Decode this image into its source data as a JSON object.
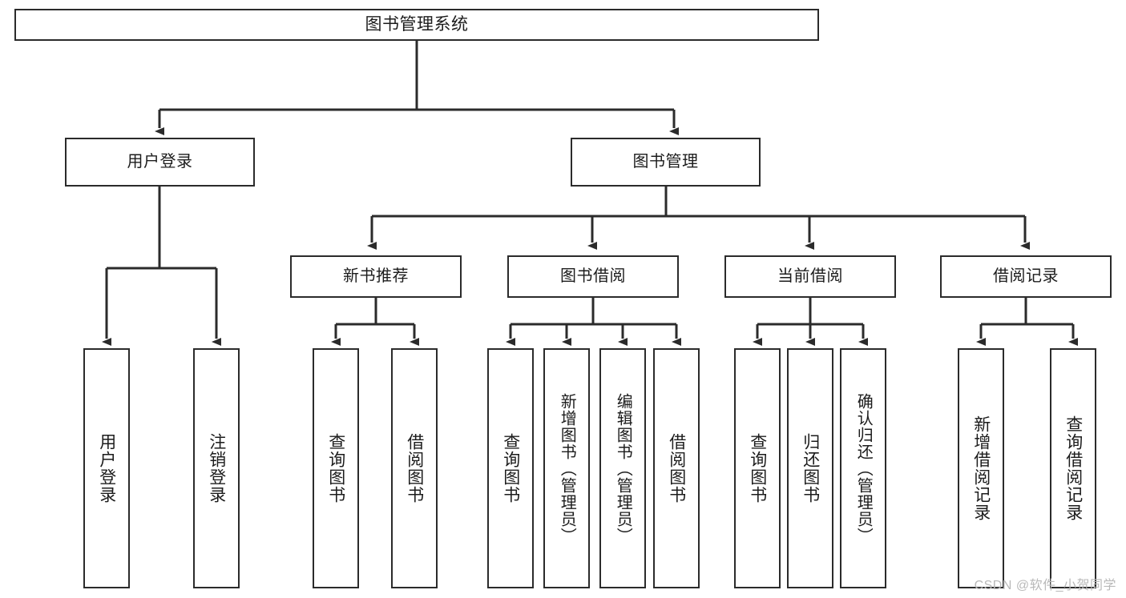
{
  "diagram": {
    "title": "图书管理系统",
    "watermark": "CSDN @软件_小贺同学",
    "stroke_color": "#2b2b2b",
    "background_color": "#ffffff",
    "watermark_color": "#b9b9b9",
    "root": {
      "label": "图书管理系统"
    },
    "level2": [
      {
        "label": "用户登录"
      },
      {
        "label": "图书管理"
      }
    ],
    "level3": [
      {
        "label": "新书推荐"
      },
      {
        "label": "图书借阅"
      },
      {
        "label": "当前借阅"
      },
      {
        "label": "借阅记录"
      }
    ],
    "leaves": {
      "user_login": [
        {
          "label": "用户登录"
        },
        {
          "label": "注销登录"
        }
      ],
      "new_book_recommend": [
        {
          "label": "查询图书"
        },
        {
          "label": "借阅图书"
        }
      ],
      "book_borrow": [
        {
          "label": "查询图书"
        },
        {
          "label": "新增图书（管理员）"
        },
        {
          "label": "编辑图书（管理员）"
        },
        {
          "label": "借阅图书"
        }
      ],
      "current_borrow": [
        {
          "label": "查询图书"
        },
        {
          "label": "归还图书"
        },
        {
          "label": "确认归还（管理员）"
        }
      ],
      "borrow_record": [
        {
          "label": "新增借阅记录"
        },
        {
          "label": "查询借阅记录"
        }
      ]
    }
  }
}
